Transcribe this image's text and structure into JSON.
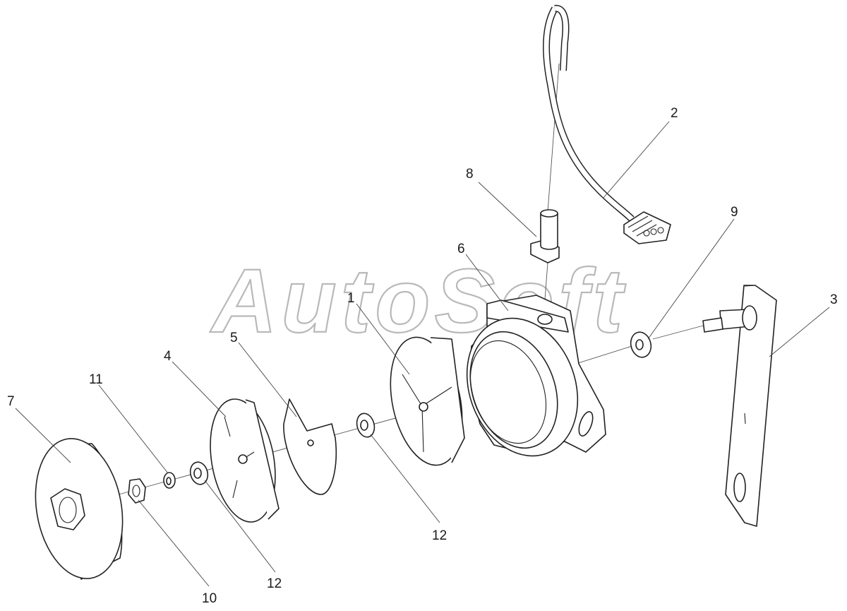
{
  "watermark": "AutoSoft",
  "callouts": {
    "n1": "1",
    "n2": "2",
    "n3": "3",
    "n4": "4",
    "n5": "5",
    "n6": "6",
    "n7": "7",
    "n8": "8",
    "n9": "9",
    "n10": "10",
    "n11": "11",
    "n12a": "12",
    "n12b": "12"
  },
  "colors": {
    "line": "#222222",
    "watermark_outline": "#b9b9b9",
    "background": "#ffffff"
  }
}
